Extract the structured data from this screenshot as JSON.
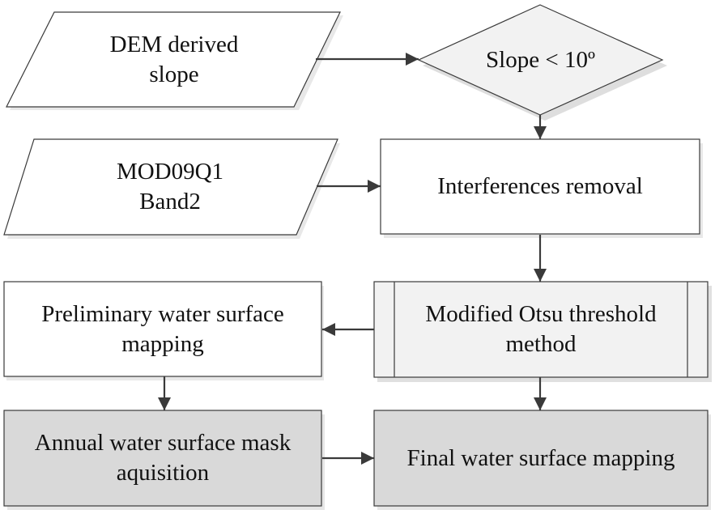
{
  "diagram": {
    "type": "flowchart",
    "colors": {
      "stroke": "#3a3a3a",
      "white_fill": "#ffffff",
      "light_fill": "#f2f2f2",
      "gray_fill": "#d9d9d9",
      "shadow": "#e6e6e6",
      "arrow": "#3a3a3a"
    },
    "nodes": {
      "dem_slope": {
        "shape": "parallelogram",
        "lines": [
          "DEM derived",
          "slope"
        ]
      },
      "slope_decision": {
        "shape": "diamond",
        "lines": [
          "Slope < 10º"
        ]
      },
      "mod09q1": {
        "shape": "parallelogram",
        "lines": [
          "MOD09Q1",
          "Band2"
        ]
      },
      "interference_removal": {
        "shape": "rectangle",
        "lines": [
          "Interferences removal"
        ]
      },
      "otsu": {
        "shape": "predefined-process",
        "lines": [
          "Modified Otsu threshold",
          "method"
        ]
      },
      "preliminary_mapping": {
        "shape": "rectangle",
        "lines": [
          "Preliminary water surface",
          "mapping"
        ]
      },
      "annual_mask": {
        "shape": "rectangle",
        "lines": [
          "Annual water surface mask",
          "aquisition"
        ]
      },
      "final_mapping": {
        "shape": "rectangle",
        "lines": [
          "Final water surface mapping"
        ]
      }
    },
    "edges": [
      {
        "from": "dem_slope",
        "to": "slope_decision"
      },
      {
        "from": "slope_decision",
        "to": "interference_removal"
      },
      {
        "from": "mod09q1",
        "to": "interference_removal"
      },
      {
        "from": "interference_removal",
        "to": "otsu"
      },
      {
        "from": "otsu",
        "to": "preliminary_mapping"
      },
      {
        "from": "otsu",
        "to": "final_mapping"
      },
      {
        "from": "preliminary_mapping",
        "to": "annual_mask"
      },
      {
        "from": "annual_mask",
        "to": "final_mapping"
      }
    ]
  }
}
